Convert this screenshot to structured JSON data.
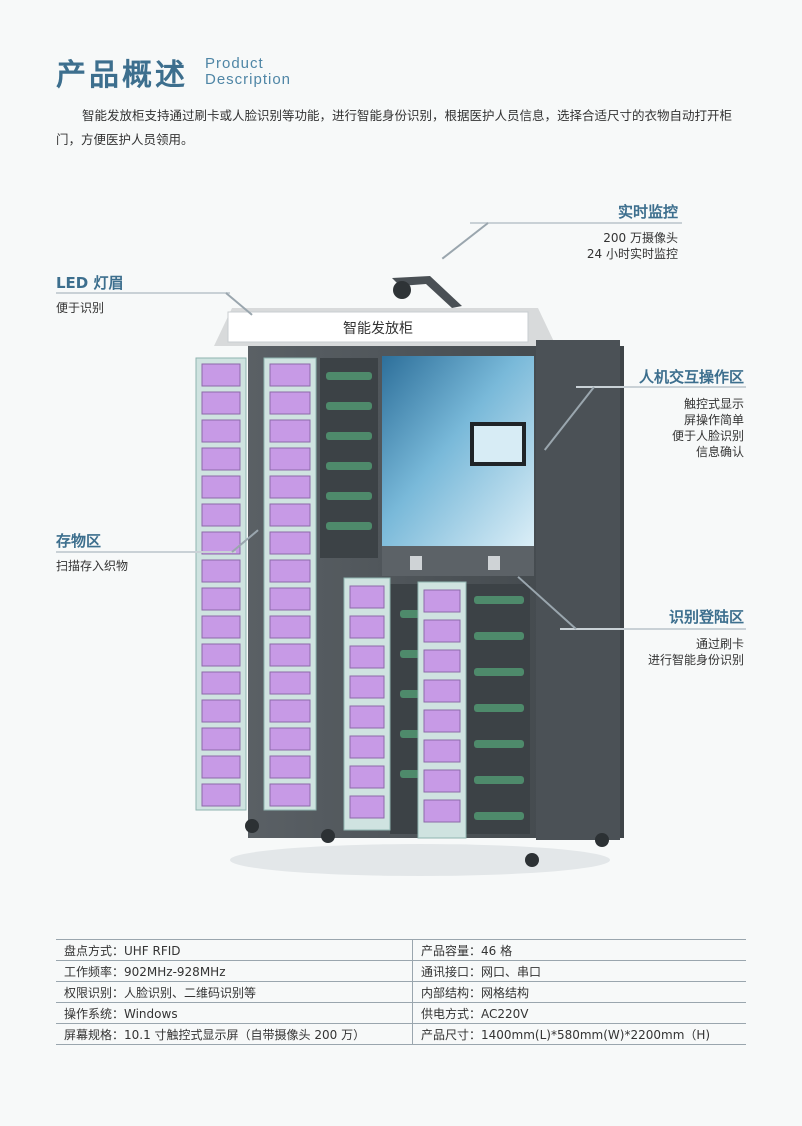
{
  "header": {
    "title_cn": "产品概述",
    "title_en_1": "Product",
    "title_en_2": "Description"
  },
  "intro": "智能发放柜支持通过刷卡或人脸识别等功能，进行智能身份识别，根据医护人员信息，选择合适尺寸的衣物自动打开柜门，方便医护人员领用。",
  "cabinet_label": "智能发放柜",
  "callouts": {
    "monitor": {
      "title": "实时监控",
      "lines": [
        "200 万摄像头",
        "24 小时实时监控"
      ]
    },
    "led": {
      "title": "LED 灯眉",
      "lines": [
        "便于识别"
      ]
    },
    "hmi": {
      "title": "人机交互操作区",
      "lines": [
        "触控式显示",
        "屏操作简单",
        "便于人脸识别",
        "信息确认"
      ]
    },
    "storage": {
      "title": "存物区",
      "lines": [
        "扫描存入织物"
      ]
    },
    "login": {
      "title": "识别登陆区",
      "lines": [
        "通过刷卡",
        "进行智能身份识别"
      ]
    }
  },
  "specs": [
    [
      "盘点方式：UHF RFID",
      "产品容量：46 格"
    ],
    [
      "工作频率：902MHz-928MHz",
      "通讯接口：网口、串口"
    ],
    [
      "权限识别：人脸识别、二维码识别等",
      "内部结构：网格结构"
    ],
    [
      "操作系统：Windows",
      "供电方式：AC220V"
    ],
    [
      "屏幕规格：10.1 寸触控式显示屏（自带摄像头 200 万）",
      "产品尺寸：1400mm(L)*580mm(W)*2200mm（H)"
    ]
  ],
  "colors": {
    "accent": "#3d6f8e",
    "drawer": "#c79ae6",
    "frame": "#5b6166",
    "cloth": "#4e8a6b"
  }
}
